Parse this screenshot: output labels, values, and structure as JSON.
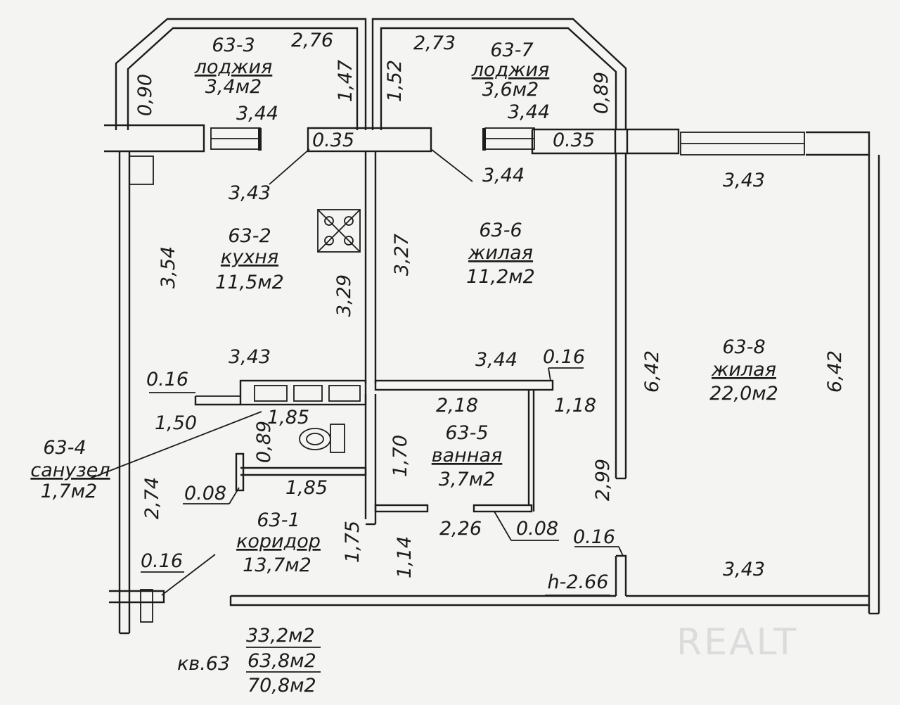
{
  "rooms": {
    "r3": {
      "id": "63-3",
      "name": "лоджия",
      "area": "3,4м2"
    },
    "r7": {
      "id": "63-7",
      "name": "лоджия",
      "area": "3,6м2"
    },
    "r2": {
      "id": "63-2",
      "name": "кухня",
      "area": "11,5м2"
    },
    "r6": {
      "id": "63-6",
      "name": "жилая",
      "area": "11,2м2"
    },
    "r8": {
      "id": "63-8",
      "name": "жилая",
      "area": "22,0м2"
    },
    "r5": {
      "id": "63-5",
      "name": "ванная",
      "area": "3,7м2"
    },
    "r4": {
      "id": "63-4",
      "name": "санузел",
      "area": "1,7м2"
    },
    "r1": {
      "id": "63-1",
      "name": "коридор",
      "area": "13,7м2"
    }
  },
  "dimensions": {
    "d276": "2,76",
    "d273": "2,73",
    "d090": "0,90",
    "d147": "1,47",
    "d152": "1,52",
    "d089": "0,89",
    "d344a": "3,44",
    "d344b": "3,44",
    "d035a": "0.35",
    "d035b": "0.35",
    "d343a": "3,43",
    "d344c": "3,44",
    "d343b": "3,43",
    "d354": "3,54",
    "d329": "3,29",
    "d327": "3,27",
    "d642a": "6,42",
    "d642b": "6,42",
    "d343c": "3,43",
    "d344d": "3,44",
    "d016a": "0.16",
    "d016b": "0.16",
    "d150": "1,50",
    "d185a": "1,85",
    "d089b": "0,89",
    "d218": "2,18",
    "d118": "1,18",
    "d170": "1,70",
    "d299": "2,99",
    "d008a": "0.08",
    "d185b": "1,85",
    "d274": "2,74",
    "d175": "1,75",
    "d114": "1,14",
    "d226": "2,26",
    "d008b": "0.08",
    "d016c": "0.16",
    "d016d": "0.16",
    "d343d": "3,43",
    "height": "h-2.66"
  },
  "summary": {
    "apartment": "кв.63",
    "living": "33,2м2",
    "total": "63,8м2",
    "total_with_loggia": "70,8м2"
  },
  "watermark": "REALT"
}
